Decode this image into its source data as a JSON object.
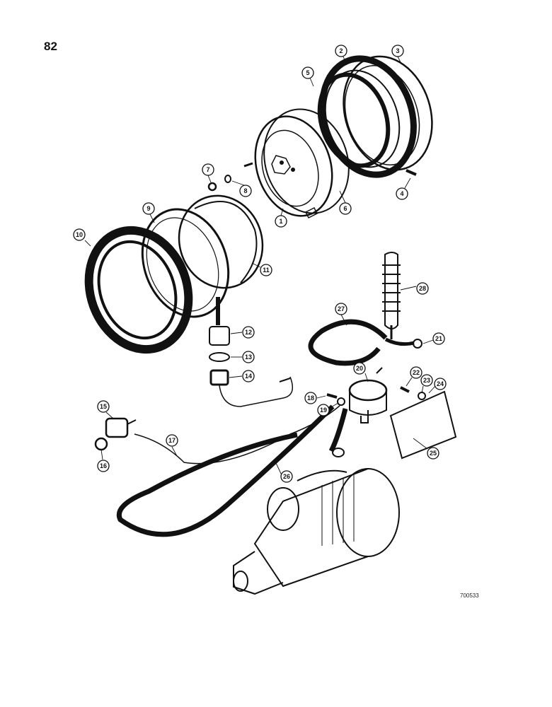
{
  "page": {
    "number": "82",
    "figure_code": "700533"
  },
  "callouts": [
    {
      "id": "1"
    },
    {
      "id": "2"
    },
    {
      "id": "3"
    },
    {
      "id": "4"
    },
    {
      "id": "5"
    },
    {
      "id": "6"
    },
    {
      "id": "7"
    },
    {
      "id": "8"
    },
    {
      "id": "9"
    },
    {
      "id": "10"
    },
    {
      "id": "11"
    },
    {
      "id": "12"
    },
    {
      "id": "13"
    },
    {
      "id": "14"
    },
    {
      "id": "15"
    },
    {
      "id": "16"
    },
    {
      "id": "17"
    },
    {
      "id": "18"
    },
    {
      "id": "19"
    },
    {
      "id": "20"
    },
    {
      "id": "21"
    },
    {
      "id": "22"
    },
    {
      "id": "23"
    },
    {
      "id": "24"
    },
    {
      "id": "25"
    },
    {
      "id": "26"
    },
    {
      "id": "27"
    },
    {
      "id": "28"
    }
  ]
}
